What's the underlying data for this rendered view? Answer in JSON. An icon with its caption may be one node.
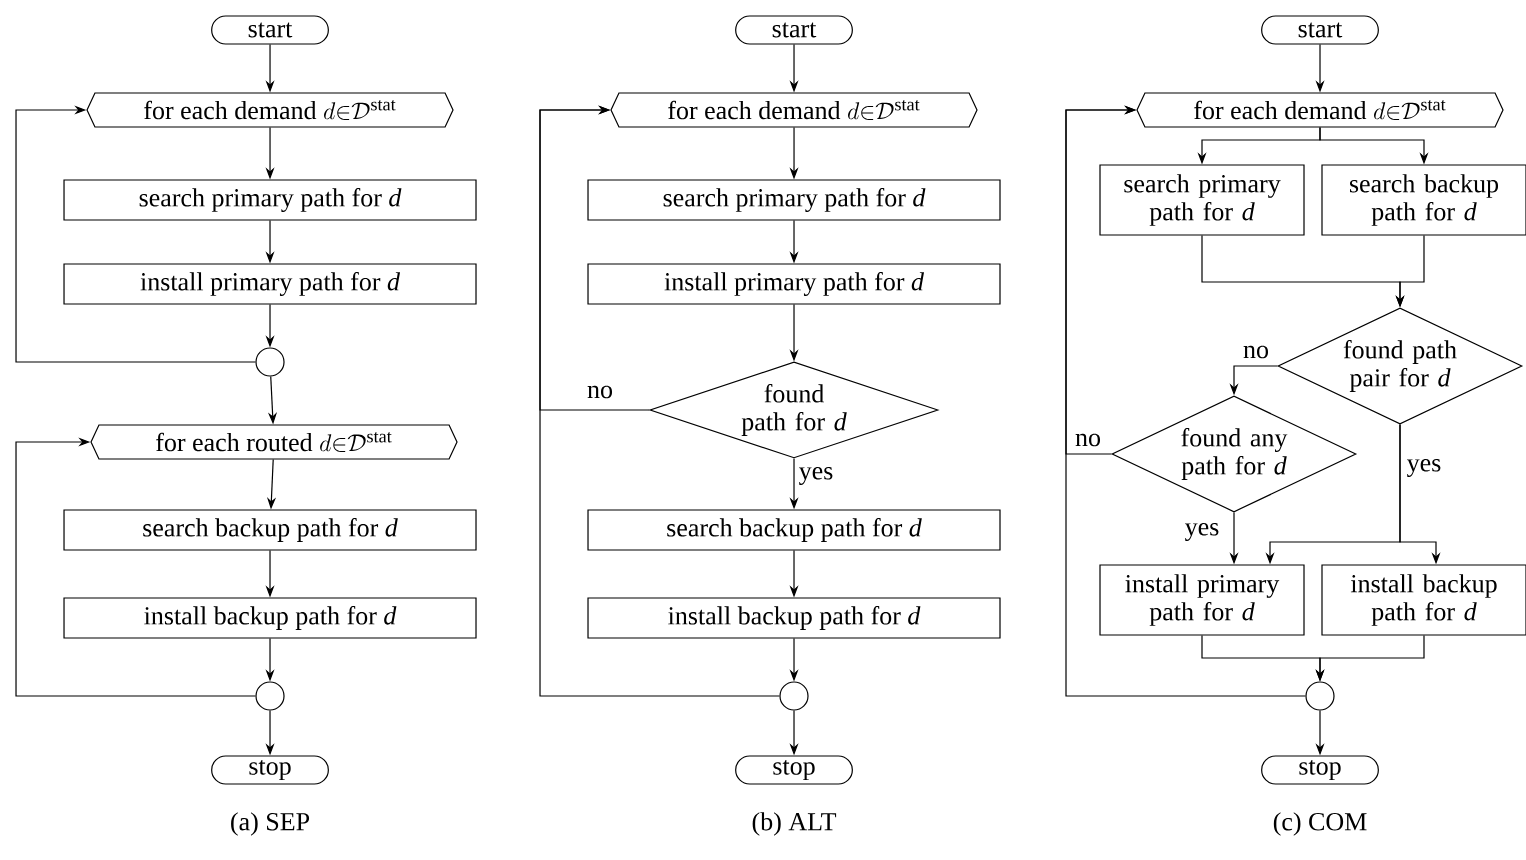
{
  "diagram": {
    "nodes": [
      {
        "text": [
          "start"
        ]
      },
      {
        "text": [
          "\\text{for each demand }d{\\in}\\mathcal{D}^{\\text{stat}}"
        ]
      },
      {
        "text": [
          "search primary path for *d*"
        ]
      },
      {
        "text": [
          "install primary path for *d*"
        ]
      },
      {
        "text": [],
        "shape": "circle"
      },
      {
        "text": [
          "\\text{for each routed }d{\\in}\\mathcal{D}^{\\text{stat}}"
        ]
      },
      {
        "text": [
          "search backup path for *d*"
        ]
      },
      {
        "text": [
          "install backup path for *d*"
        ]
      },
      {
        "text": [],
        "shape": "circle"
      },
      {
        "text": [
          "stop"
        ]
      },
      {
        "text": [
          "start"
        ]
      },
      {
        "text": [
          "\\text{for each demand }d{\\in}\\mathcal{D}^{\\text{stat}}"
        ]
      },
      {
        "text": [
          "search primary path for *d*"
        ]
      },
      {
        "text": [
          "install primary path for *d*"
        ]
      },
      {
        "text": [
          "found path for *d*"
        ]
      },
      {
        "text": [
          "search backup path for *d*"
        ]
      },
      {
        "text": [
          "install backup path for *d*"
        ]
      },
      {
        "text": [],
        "shape": "circle"
      },
      {
        "text": [
          "stop"
        ]
      },
      {
        "text": [
          "start"
        ]
      },
      {
        "text": [
          "\\text{for each demand }d{\\in}\\mathcal{D}^{\\text{stat}}"
        ]
      },
      {
        "text": [
          "search primary path for *d*"
        ]
      },
      {
        "text": [
          "search backup path for *d*"
        ]
      },
      {
        "text": [
          "found path pair for *d*"
        ]
      },
      {
        "text": [
          "found any path for *d*"
        ]
      },
      {
        "text": [
          "install primary path for *d*"
        ]
      },
      {
        "text": [
          "install backup path for *d*"
        ]
      },
      {
        "text": [],
        "shape": "circle"
      },
      {
        "text": [
          "stop"
        ]
      }
    ],
    "edges": [
      {
        "from": 0,
        "to": 1,
        "arrow": "to"
      },
      {
        "from": 1,
        "to": 2,
        "arrow": "to"
      },
      {
        "from": 2,
        "to": 3,
        "arrow": "to"
      },
      {
        "from": 3,
        "to": 4,
        "arrow": "to"
      },
      {
        "from": 4,
        "to": 1,
        "arrow": "to"
      },
      {
        "from": 4,
        "to": 5,
        "arrow": "to"
      },
      {
        "from": 5,
        "to": 6,
        "arrow": "to"
      },
      {
        "from": 6,
        "to": 7,
        "arrow": "to"
      },
      {
        "from": 7,
        "to": 8,
        "arrow": "to"
      },
      {
        "from": 8,
        "to": 5,
        "arrow": "to"
      },
      {
        "from": 8,
        "to": 9,
        "arrow": "to"
      },
      {
        "from": 10,
        "to": 11,
        "arrow": "to"
      },
      {
        "from": 11,
        "to": 12,
        "arrow": "to"
      },
      {
        "from": 12,
        "to": 13,
        "arrow": "to"
      },
      {
        "from": 13,
        "to": 14,
        "arrow": "to"
      },
      {
        "from": 14,
        "to": 11,
        "arrow": "to",
        "label": "no"
      },
      {
        "from": 14,
        "to": 15,
        "arrow": "to",
        "label": "yes"
      },
      {
        "from": 15,
        "to": 16,
        "arrow": "to"
      },
      {
        "from": 16,
        "to": 17,
        "arrow": "to"
      },
      {
        "from": 17,
        "to": 11,
        "arrow": "to"
      },
      {
        "from": 17,
        "to": 18,
        "arrow": "to"
      },
      {
        "from": 19,
        "to": 20,
        "arrow": "to"
      },
      {
        "from": 20,
        "to": 21,
        "arrow": "to"
      },
      {
        "from": 20,
        "to": 22,
        "arrow": "to"
      },
      {
        "from": 21,
        "to": 23,
        "arrow": "to"
      },
      {
        "from": 22,
        "to": 23,
        "arrow": "to"
      },
      {
        "from": 23,
        "to": 24,
        "arrow": "to",
        "label": "no"
      },
      {
        "from": 24,
        "to": 20,
        "arrow": "to",
        "label": "no"
      },
      {
        "from": 24,
        "to": 25,
        "arrow": "to",
        "label": "yes"
      },
      {
        "from": 23,
        "to": 25,
        "arrow": "to",
        "label": "yes"
      },
      {
        "from": 23,
        "to": 26,
        "arrow": "to"
      },
      {
        "from": 25,
        "to": 27,
        "arrow": "to"
      },
      {
        "from": 26,
        "to": 27,
        "arrow": "to"
      },
      {
        "from": 27,
        "to": 20,
        "arrow": "to"
      },
      {
        "from": 27,
        "to": 28,
        "arrow": "to"
      }
    ],
    "labels": [
      "(a) SEP",
      "(b) ALT",
      "(c) COM"
    ]
  }
}
